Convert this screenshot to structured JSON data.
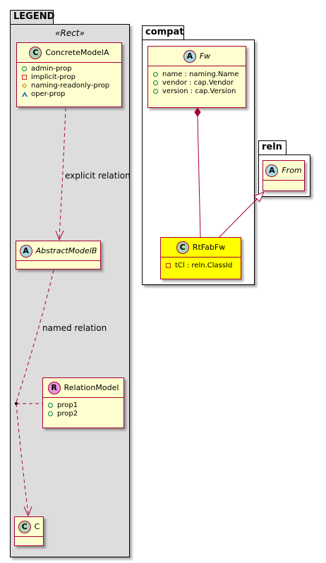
{
  "packages": {
    "legend": {
      "title": "LEGEND",
      "stereotype": "«Rect»"
    },
    "compat": {
      "title": "compat"
    },
    "reln": {
      "title": "reln"
    }
  },
  "classes": {
    "concrete_model_a": {
      "badge": "C",
      "name": "ConcreteModelA",
      "attributes": [
        "admin-prop",
        "implicit-prop",
        "naming-readonly-prop",
        "oper-prop"
      ]
    },
    "abstract_model_b": {
      "badge": "A",
      "name": "AbstractModelB"
    },
    "relation_model": {
      "badge": "R",
      "name": "RelationModel",
      "attributes": [
        "prop1",
        "prop2"
      ]
    },
    "c": {
      "badge": "C",
      "name": "C"
    },
    "fw": {
      "badge": "A",
      "name": "Fw",
      "attributes": [
        "name : naming.Name",
        "vendor : cap.Vendor",
        "version : cap.Version"
      ]
    },
    "rt_fab_fw": {
      "badge": "C",
      "name": "RtFabFw",
      "attributes": [
        "tCl : reln.ClassId"
      ]
    },
    "from": {
      "badge": "A",
      "name": "From"
    }
  },
  "relations": {
    "explicit": "explicit relation",
    "named": "named relation"
  },
  "colors": {
    "class_fill": "#FEFECE",
    "class_border": "#A80036",
    "highlight_fill": "#FFFF00",
    "legend_fill": "#DDDDDD",
    "badge_class": "#ADD1B2",
    "badge_abstract": "#A9DCDF",
    "badge_relation": "#EB93DF",
    "vis_public": "#038048",
    "vis_private": "#C82930",
    "vis_protected": "#B38D22",
    "vis_package": "#1963A0"
  },
  "icons": [
    "class-badge-icon",
    "abstract-badge-icon",
    "relation-badge-icon",
    "public-visibility-icon",
    "private-visibility-icon",
    "protected-visibility-icon",
    "package-visibility-icon",
    "composition-diamond-icon",
    "inheritance-triangle-icon",
    "arrowhead-icon"
  ]
}
